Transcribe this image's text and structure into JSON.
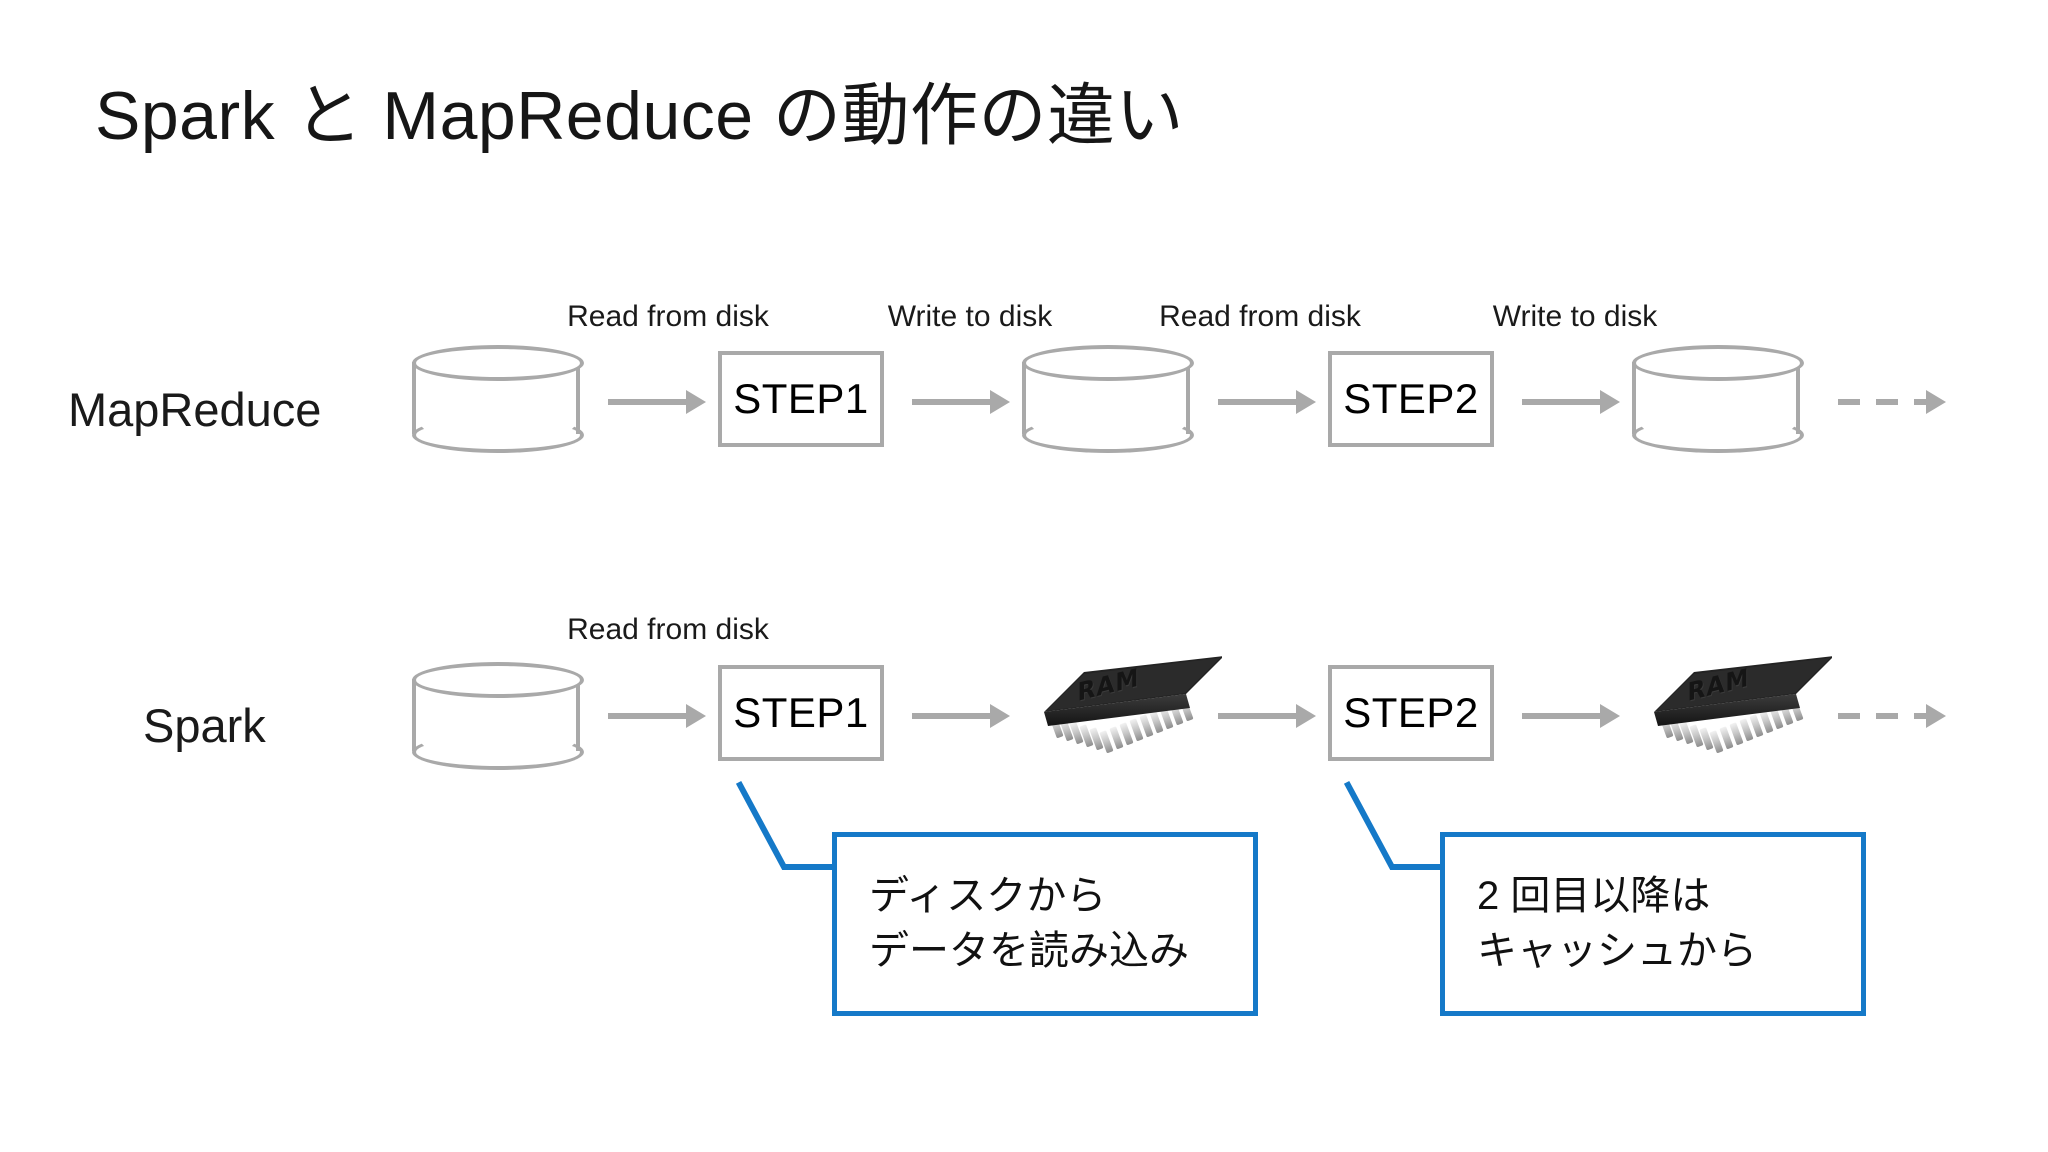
{
  "slide": {
    "title": "Spark と MapReduce の動作の違い",
    "background_color": "#ffffff",
    "accent_color": "#1579c8",
    "shape_color": "#a9a9a9"
  },
  "rows": [
    {
      "label": "MapReduce",
      "captions": [
        "Read from disk",
        "Write to disk",
        "Read from disk",
        "Write to disk"
      ],
      "nodes": [
        {
          "kind": "cylinder",
          "label": ""
        },
        {
          "kind": "step",
          "label": "STEP1"
        },
        {
          "kind": "cylinder",
          "label": ""
        },
        {
          "kind": "step",
          "label": "STEP2"
        },
        {
          "kind": "cylinder",
          "label": ""
        }
      ],
      "trailing_arrow": "dashed"
    },
    {
      "label": "Spark",
      "captions": [
        "Read from disk"
      ],
      "nodes": [
        {
          "kind": "cylinder",
          "label": ""
        },
        {
          "kind": "step",
          "label": "STEP1"
        },
        {
          "kind": "ram",
          "label": "RAM"
        },
        {
          "kind": "step",
          "label": "STEP2"
        },
        {
          "kind": "ram",
          "label": "RAM"
        }
      ],
      "trailing_arrow": "dashed"
    }
  ],
  "callouts": [
    {
      "line1": "ディスクから",
      "line2": "データを読み込み",
      "text": "ディスクから\nデータを読み込み"
    },
    {
      "line1": "2 回目以降は",
      "line2": "キャッシュから",
      "text": "2 回目以降は\nキャッシュから"
    }
  ],
  "icons": {
    "ram_label": "RAM"
  }
}
